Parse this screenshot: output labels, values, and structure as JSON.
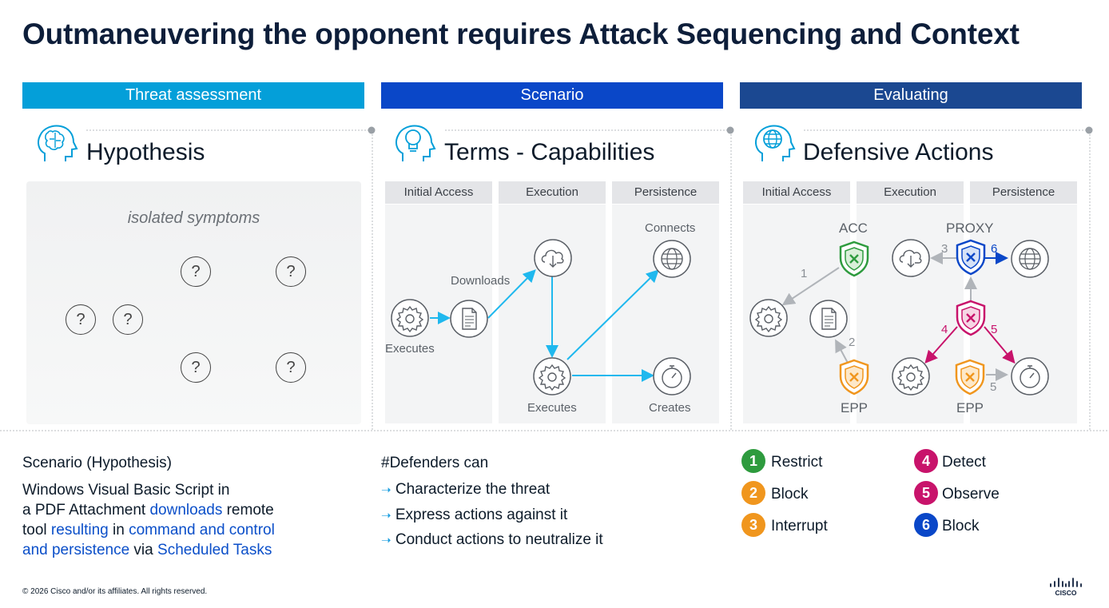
{
  "title": "Outmaneuvering the opponent requires Attack Sequencing and Context",
  "bands": [
    {
      "label": "Threat assessment",
      "color": "#049fd9"
    },
    {
      "label": "Scenario",
      "color": "#0a47c8"
    },
    {
      "label": "Evaluating",
      "color": "#1b4891"
    }
  ],
  "sections": {
    "hypothesis": {
      "title": "Hypothesis",
      "icon": "brain-head-icon",
      "caption": "isolated symptoms",
      "symptom_icon": "question-mark-icon"
    },
    "capabilities": {
      "title": "Terms - Capabilities",
      "icon": "lightbulb-head-icon",
      "columns": [
        "Initial Access",
        "Execution",
        "Persistence"
      ],
      "labels": {
        "executes_left": "Executes",
        "downloads": "Downloads",
        "executes_mid": "Executes",
        "connects": "Connects",
        "creates": "Creates"
      }
    },
    "defensive": {
      "title": "Defensive Actions",
      "icon": "globe-head-icon",
      "columns": [
        "Initial Access",
        "Execution",
        "Persistence"
      ],
      "labels": {
        "acc": "ACC",
        "proxy": "PROXY",
        "epp_left": "EPP",
        "epp_right": "EPP"
      },
      "step_labels": {
        "s1": "1",
        "s2": "2",
        "s3": "3",
        "s4": "4",
        "s5a": "5",
        "s5b": "5",
        "s6": "6"
      }
    }
  },
  "scenario_text": {
    "heading": "Scenario (Hypothesis)",
    "line1": "Windows Visual Basic Script in",
    "line2_a": "a PDF Attachment ",
    "line2_b": "downloads",
    "line2_c": " remote",
    "line3_a": "tool ",
    "line3_b": "resulting",
    "line3_c": " in ",
    "line3_d": "command and control",
    "line4_a": "and persistence",
    "line4_b": " via ",
    "line4_c": "Scheduled Tasks"
  },
  "defenders": {
    "heading": "#Defenders can",
    "items": [
      "Characterize the threat",
      "Express actions against it",
      "Conduct actions to neutralize it"
    ]
  },
  "legend": [
    {
      "num": "1",
      "label": "Restrict",
      "color": "#2e9b3e"
    },
    {
      "num": "2",
      "label": "Block",
      "color": "#f0961e"
    },
    {
      "num": "3",
      "label": "Interrupt",
      "color": "#f0961e"
    },
    {
      "num": "4",
      "label": "Detect",
      "color": "#c8136b"
    },
    {
      "num": "5",
      "label": "Observe",
      "color": "#c8136b"
    },
    {
      "num": "6",
      "label": "Block",
      "color": "#0a47c8"
    }
  ],
  "footer": {
    "copyright": "© 2026 Cisco and/or its affiliates. All rights reserved.",
    "logo": "cisco"
  }
}
